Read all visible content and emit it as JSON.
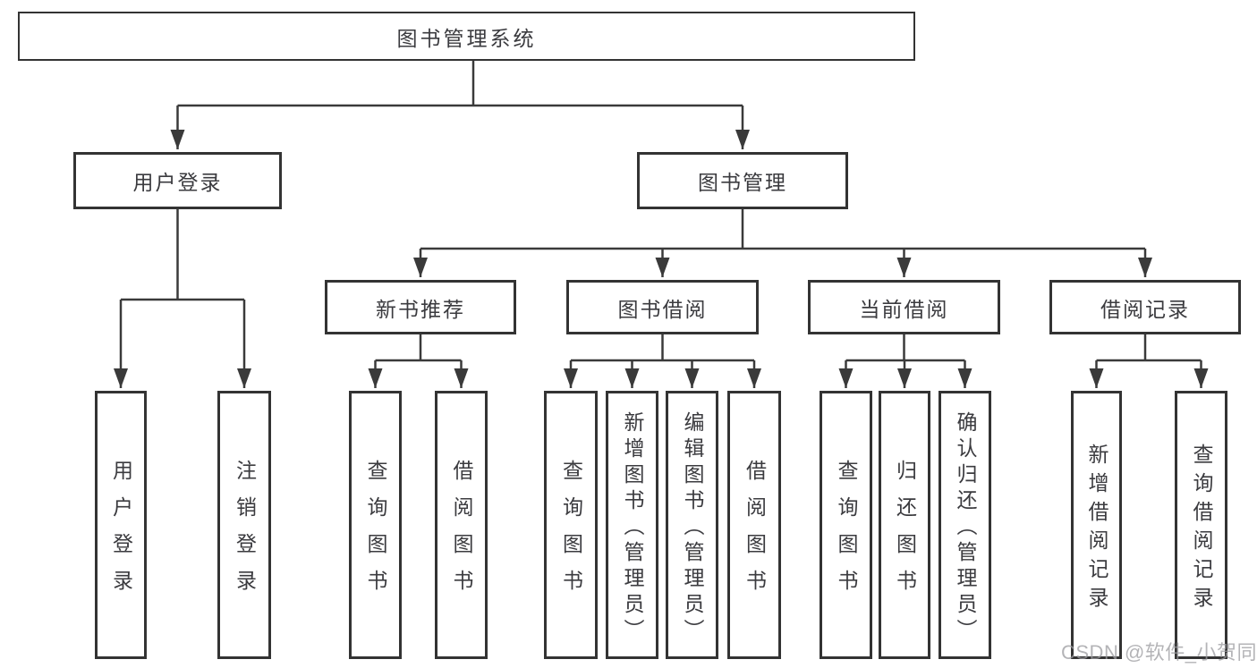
{
  "tree": {
    "root": {
      "label": "图书管理系统"
    },
    "branches": [
      {
        "label": "用户登录",
        "leaves": [
          {
            "label": "用户登录"
          },
          {
            "label": "注销登录"
          }
        ]
      },
      {
        "label": "图书管理",
        "groups": [
          {
            "label": "新书推荐",
            "leaves": [
              {
                "label": "查询图书"
              },
              {
                "label": "借阅图书"
              }
            ]
          },
          {
            "label": "图书借阅",
            "leaves": [
              {
                "label": "查询图书"
              },
              {
                "label": "新增图书（管理员）"
              },
              {
                "label": "编辑图书（管理员）"
              },
              {
                "label": "借阅图书"
              }
            ]
          },
          {
            "label": "当前借阅",
            "leaves": [
              {
                "label": "查询图书"
              },
              {
                "label": "归还图书"
              },
              {
                "label": "确认归还（管理员）"
              }
            ]
          },
          {
            "label": "借阅记录",
            "leaves": [
              {
                "label": "新增借阅记录"
              },
              {
                "label": "查询借阅记录"
              }
            ]
          }
        ]
      }
    ]
  },
  "watermark": {
    "text": "CSDN @软件_小贺同学"
  },
  "colors": {
    "line": "#3a3a3a",
    "box_border": "#333333",
    "text": "#3b3b3f",
    "background": "#ffffff",
    "watermark": "#9b9b9f"
  }
}
